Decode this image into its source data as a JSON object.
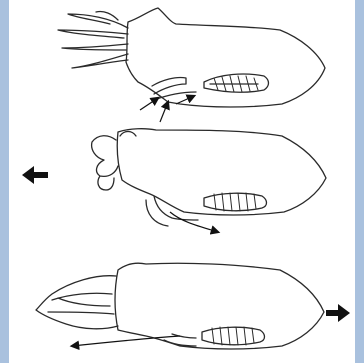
{
  "figure": {
    "stages": [
      {
        "id": "intake",
        "flow": "inward"
      },
      {
        "id": "contraction",
        "flow": "outward",
        "motion": "left"
      },
      {
        "id": "jet",
        "flow": "outward",
        "motion": "right"
      }
    ],
    "colors": {
      "background": "#a9c1de",
      "panel": "#ffffff",
      "line": "#2a2a2a",
      "arrow": "#111111"
    },
    "icons": [
      "squid-outline",
      "water-flow-arrow",
      "motion-arrow-left",
      "motion-arrow-right"
    ]
  }
}
